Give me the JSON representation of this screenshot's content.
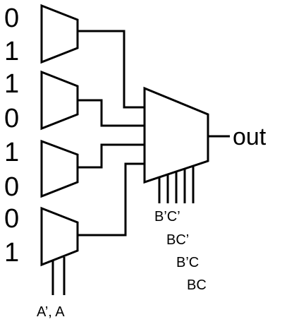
{
  "inputs": [
    "0",
    "1",
    "1",
    "0",
    "1",
    "0",
    "0",
    "1"
  ],
  "output_label": "out",
  "select_labels": [
    "B’C’",
    "BC’",
    "B’C",
    "BC"
  ],
  "first_stage_select_label": "A’, A"
}
